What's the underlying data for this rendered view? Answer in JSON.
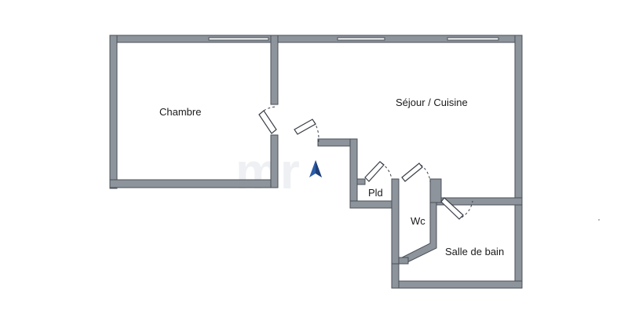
{
  "rooms": {
    "chambre": "Chambre",
    "sejour": "Séjour / Cuisine",
    "pld": "Pld",
    "wc": "Wc",
    "salle_de_bain": "Salle de bain"
  },
  "colors": {
    "wall_fill": "#8e949c",
    "wall_stroke": "#4a4f57",
    "north_arrow": "#2a5ca8"
  },
  "icons": {
    "north_arrow": "north-arrow-icon"
  }
}
